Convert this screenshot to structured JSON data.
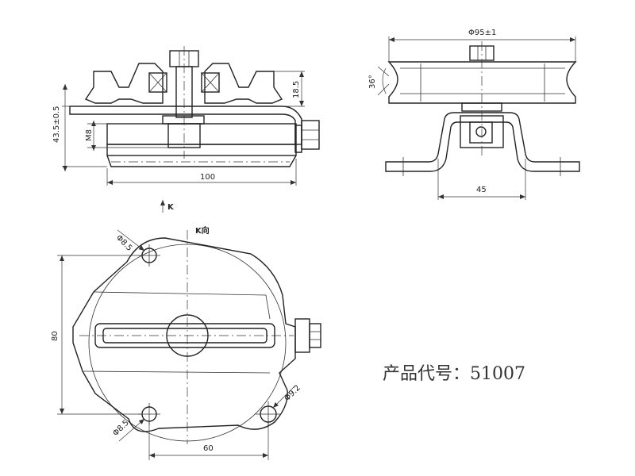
{
  "dims": {
    "height_total": "43.5±0.5",
    "thread": "M8",
    "groove_depth": "18.5",
    "base_length": "100",
    "diameter": "Φ95±1",
    "angle": "36°",
    "bracket_span": "45",
    "k_arrow_label": "K",
    "k_view_label": "K向",
    "hole_top": "Φ8.5",
    "hole_bottom": "Φ8.5",
    "hole_right": "Φ9.2",
    "plate_height": "80",
    "hole_pitch": "60"
  },
  "product_code": "产品代号：51007"
}
